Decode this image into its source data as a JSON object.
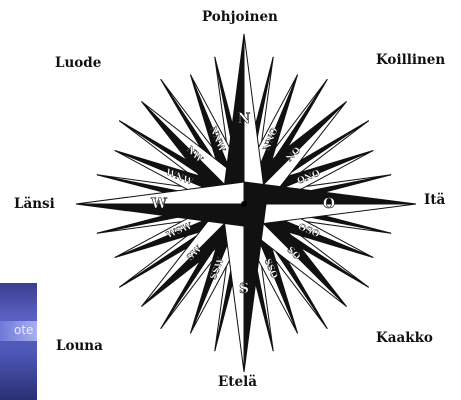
{
  "compass": {
    "north": "Pohjoinen",
    "northeast": "Koillinen",
    "east": "Itä",
    "southeast": "Kaakko",
    "south": "Etelä",
    "southwest": "Louna",
    "west": "Länsi",
    "northwest": "Luode"
  },
  "inner_labels": [
    {
      "text": "NNO",
      "angle": 22.5
    },
    {
      "text": "NO",
      "angle": 45
    },
    {
      "text": "ONO",
      "angle": 67.5
    },
    {
      "text": "OSO",
      "angle": 112.5
    },
    {
      "text": "SO",
      "angle": 135
    },
    {
      "text": "SSO",
      "angle": 157.5
    },
    {
      "text": "SSW",
      "angle": 202.5
    },
    {
      "text": "SW",
      "angle": 225
    },
    {
      "text": "WSW",
      "angle": 247.5
    },
    {
      "text": "WNW",
      "angle": 292.5
    },
    {
      "text": "NW",
      "angle": 315
    },
    {
      "text": "NNW",
      "angle": 337.5
    }
  ],
  "cardinal_marks": {
    "north": "N",
    "south": "S",
    "east": "O",
    "west": "W"
  },
  "corner_thumbnail": {
    "text": "ote"
  }
}
